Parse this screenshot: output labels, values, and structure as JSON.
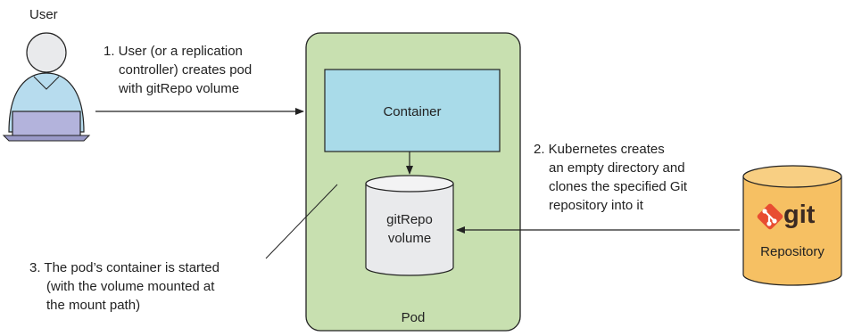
{
  "user": {
    "label": "User"
  },
  "steps": {
    "step1": [
      "1. User (or a replication",
      "controller) creates pod",
      "with gitRepo volume"
    ],
    "step2": [
      "2. Kubernetes creates",
      "an empty directory and",
      "clones the specified Git",
      "repository into it"
    ],
    "step3": [
      "3. The pod’s container is started",
      "(with the volume mounted at",
      "the mount path)"
    ]
  },
  "pod": {
    "label": "Pod",
    "container_label": "Container",
    "volume_label": [
      "gitRepo",
      "volume"
    ]
  },
  "repository": {
    "logo_text": "git",
    "label": "Repository"
  },
  "colors": {
    "pod_fill": "#c8e0b0",
    "container_fill": "#a9dbe9",
    "volume_fill": "#e9eaec",
    "repository_fill": "#f6c063",
    "user_shirt": "#b7dcee",
    "laptop": "#b3b3dc",
    "git_logo": "#e84d31"
  }
}
